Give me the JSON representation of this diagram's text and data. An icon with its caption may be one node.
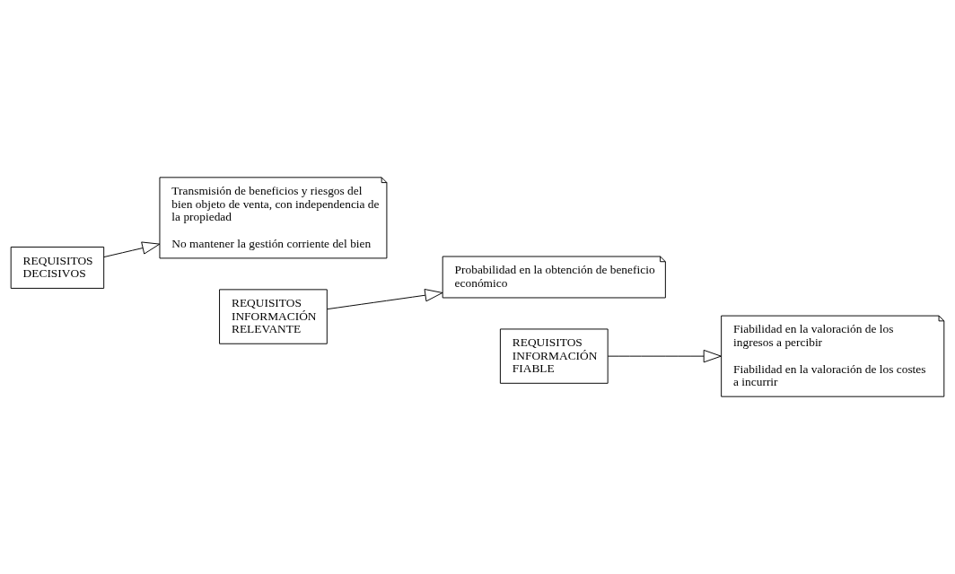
{
  "diagram": {
    "nodes": [
      {
        "text": [
          "REQUISITOS DECISIVOS"
        ]
      },
      {
        "text": [
          "Transmisión de beneficios y riesgos del bien objeto de venta, con independencia de la propiedad",
          "No mantener la gestión corriente del bien"
        ]
      },
      {
        "text": [
          "REQUISITOS INFORMACIÓN RELEVANTE"
        ]
      },
      {
        "text": [
          "Probabilidad en la obtención de beneficio económico"
        ]
      },
      {
        "text": [
          "REQUISITOS INFORMACIÓN FIABLE"
        ]
      },
      {
        "text": [
          "Fiabilidad en la valoración de los ingresos a percibir",
          "Fiabilidad en la valoración de los costes a incurrir"
        ]
      }
    ],
    "edges": [
      {
        "from": 0,
        "to": 1,
        "arrow": "to"
      },
      {
        "from": 2,
        "to": 3,
        "arrow": "to"
      },
      {
        "from": 4,
        "to": 5,
        "arrow": "to"
      }
    ]
  }
}
